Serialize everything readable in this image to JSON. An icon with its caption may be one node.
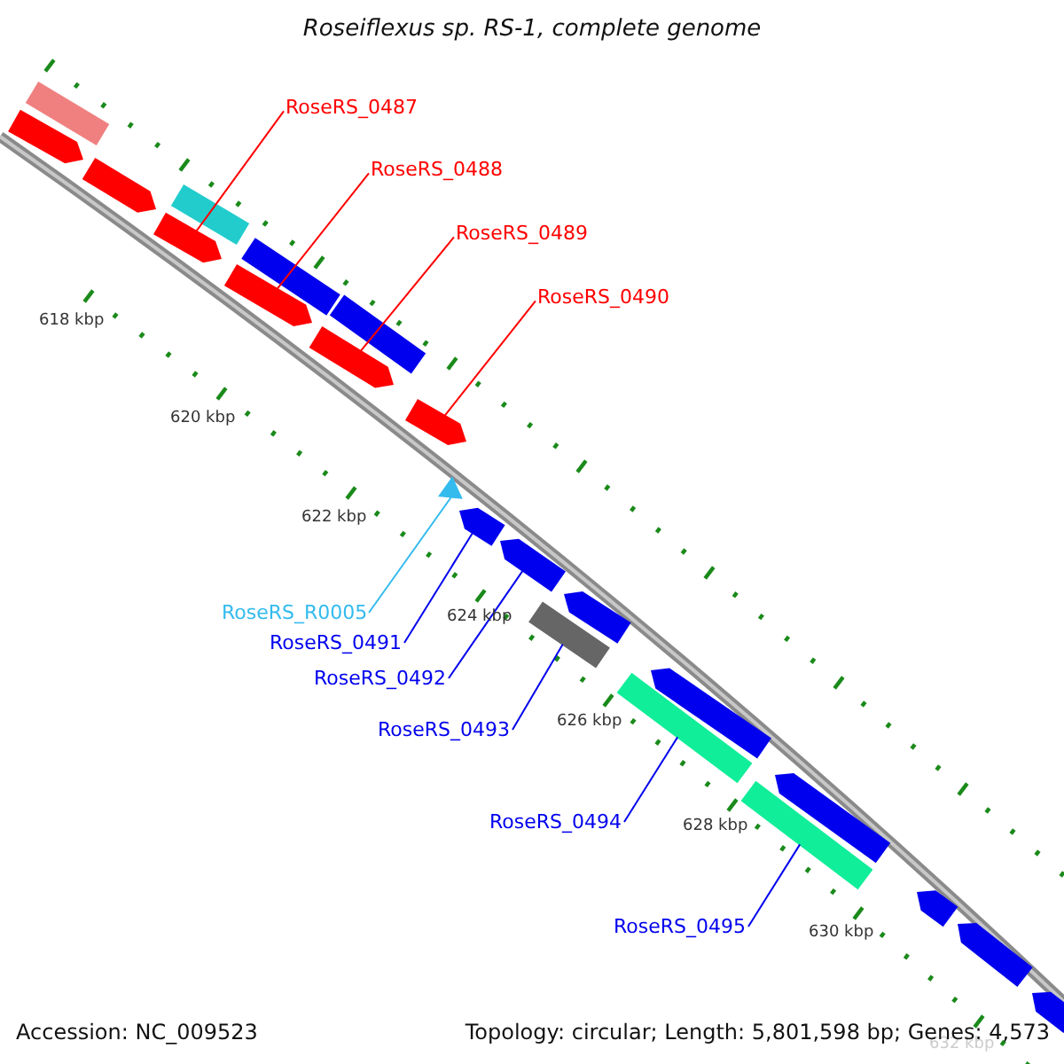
{
  "diagram": {
    "title": "Roseiflexus sp. RS-1, complete genome",
    "nodes": [
      {
        "text": [
          "RoseRS_0487"
        ]
      },
      {
        "text": [
          "RoseRS_0488"
        ]
      },
      {
        "text": [
          "RoseRS_0489"
        ]
      },
      {
        "text": [
          "RoseRS_0490"
        ]
      },
      {
        "text": [
          "RoseRS_R0005"
        ]
      },
      {
        "text": [
          "RoseRS_0491"
        ]
      },
      {
        "text": [
          "RoseRS_0492"
        ]
      },
      {
        "text": [
          "RoseRS_0493"
        ]
      },
      {
        "text": [
          "RoseRS_0494"
        ]
      },
      {
        "text": [
          "RoseRS_0495"
        ]
      },
      {
        "text": [],
        "shape": "arrow"
      },
      {
        "text": [],
        "shape": "arrow"
      },
      {
        "text": [],
        "shape": "arrow"
      },
      {
        "text": [],
        "shape": "arrow"
      },
      {
        "text": [],
        "shape": "triangle"
      },
      {
        "text": [],
        "shape": "arrow"
      },
      {
        "text": [],
        "shape": "arrow"
      },
      {
        "text": [],
        "shape": "bar"
      },
      {
        "text": [],
        "shape": "bar"
      },
      {
        "text": [],
        "shape": "bar"
      },
      {
        "text": [],
        "shape": "bar"
      },
      {
        "text": [],
        "shape": "arrow"
      },
      {
        "text": [],
        "shape": "arrow"
      },
      {
        "text": [],
        "shape": "bar"
      },
      {
        "text": [],
        "shape": "bar"
      },
      {
        "text": [],
        "shape": "bar"
      },
      {
        "text": [],
        "shape": "arrow"
      },
      {
        "text": [],
        "shape": "arrow"
      },
      {
        "text": [],
        "shape": "arrow"
      },
      {
        "text": [],
        "shape": "arrow"
      },
      {
        "text": [],
        "shape": "arrow"
      },
      {
        "text": [],
        "shape": "arrow"
      }
    ],
    "edges": [
      {
        "from": 0,
        "to": 10,
        "arrow": "none",
        "color": "#ff0000"
      },
      {
        "from": 1,
        "to": 11,
        "arrow": "none",
        "color": "#ff0000"
      },
      {
        "from": 2,
        "to": 12,
        "arrow": "none",
        "color": "#ff0000"
      },
      {
        "from": 3,
        "to": 13,
        "arrow": "none",
        "color": "#ff0000"
      },
      {
        "from": 4,
        "to": 14,
        "arrow": "none",
        "color": "#33bbee"
      },
      {
        "from": 5,
        "to": 15,
        "arrow": "none"
      },
      {
        "from": 6,
        "to": 16,
        "arrow": "none"
      },
      {
        "from": 7,
        "to": 17,
        "arrow": "none"
      },
      {
        "from": 8,
        "to": 18,
        "arrow": "none"
      },
      {
        "from": 9,
        "to": 19,
        "arrow": "none"
      }
    ],
    "labels": [
      "618 kbp",
      "620 kbp",
      "622 kbp",
      "624 kbp",
      "626 kbp",
      "628 kbp",
      "630 kbp",
      "632 kbp",
      "Accession: NC_009523",
      "Topology: circular; Length: 5,801,598 bp; Genes: 4,573"
    ]
  }
}
